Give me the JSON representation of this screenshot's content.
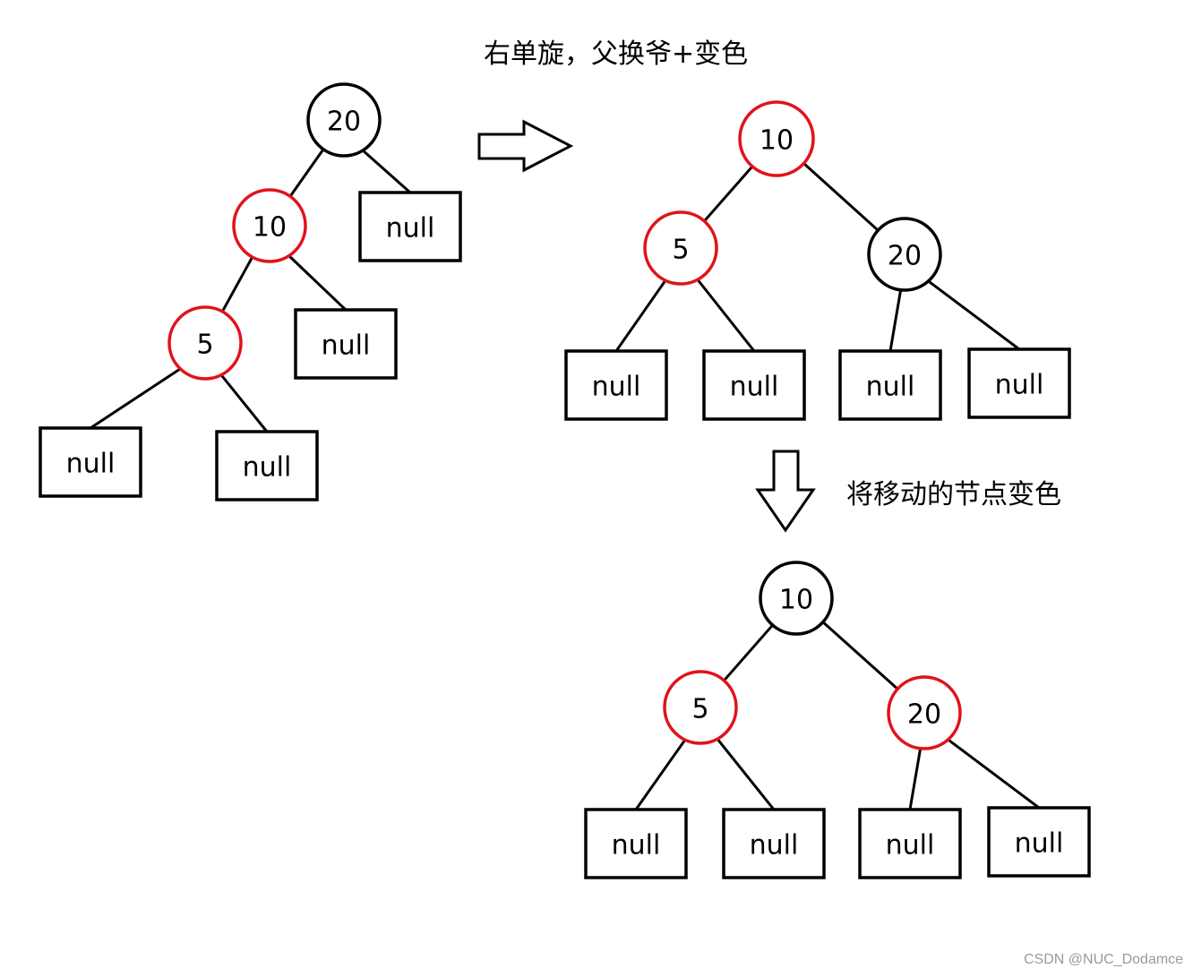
{
  "captions": {
    "rotation": "右单旋，父换爷+变色",
    "recolor": "将移动的节点变色"
  },
  "watermark": "CSDN @NUC_Dodamce",
  "colors": {
    "red": "#e0131b",
    "black": "#000000"
  },
  "trees": [
    {
      "id": "before",
      "nodes": [
        {
          "id": "n20",
          "label": "20",
          "color": "black"
        },
        {
          "id": "n10",
          "label": "10",
          "color": "red"
        },
        {
          "id": "n5",
          "label": "5",
          "color": "red"
        },
        {
          "id": "a1",
          "label": "null",
          "type": "null"
        },
        {
          "id": "a2",
          "label": "null",
          "type": "null"
        },
        {
          "id": "a3",
          "label": "null",
          "type": "null"
        },
        {
          "id": "a4",
          "label": "null",
          "type": "null"
        }
      ],
      "edges": [
        [
          "n20",
          "n10"
        ],
        [
          "n20",
          "a1"
        ],
        [
          "n10",
          "n5"
        ],
        [
          "n10",
          "a2"
        ],
        [
          "n5",
          "a3"
        ],
        [
          "n5",
          "a4"
        ]
      ]
    },
    {
      "id": "after-rotation",
      "nodes": [
        {
          "id": "m10",
          "label": "10",
          "color": "red"
        },
        {
          "id": "m5",
          "label": "5",
          "color": "red"
        },
        {
          "id": "m20",
          "label": "20",
          "color": "black"
        },
        {
          "id": "b1",
          "label": "null",
          "type": "null"
        },
        {
          "id": "b2",
          "label": "null",
          "type": "null"
        },
        {
          "id": "b3",
          "label": "null",
          "type": "null"
        },
        {
          "id": "b4",
          "label": "null",
          "type": "null"
        }
      ],
      "edges": [
        [
          "m10",
          "m5"
        ],
        [
          "m10",
          "m20"
        ],
        [
          "m5",
          "b1"
        ],
        [
          "m5",
          "b2"
        ],
        [
          "m20",
          "b3"
        ],
        [
          "m20",
          "b4"
        ]
      ]
    },
    {
      "id": "after-recolor",
      "nodes": [
        {
          "id": "r10",
          "label": "10",
          "color": "black"
        },
        {
          "id": "r5",
          "label": "5",
          "color": "red"
        },
        {
          "id": "r20",
          "label": "20",
          "color": "red"
        },
        {
          "id": "c1",
          "label": "null",
          "type": "null"
        },
        {
          "id": "c2",
          "label": "null",
          "type": "null"
        },
        {
          "id": "c3",
          "label": "null",
          "type": "null"
        },
        {
          "id": "c4",
          "label": "null",
          "type": "null"
        }
      ],
      "edges": [
        [
          "r10",
          "r5"
        ],
        [
          "r10",
          "r20"
        ],
        [
          "r5",
          "c1"
        ],
        [
          "r5",
          "c2"
        ],
        [
          "r20",
          "c3"
        ],
        [
          "r20",
          "c4"
        ]
      ]
    }
  ]
}
